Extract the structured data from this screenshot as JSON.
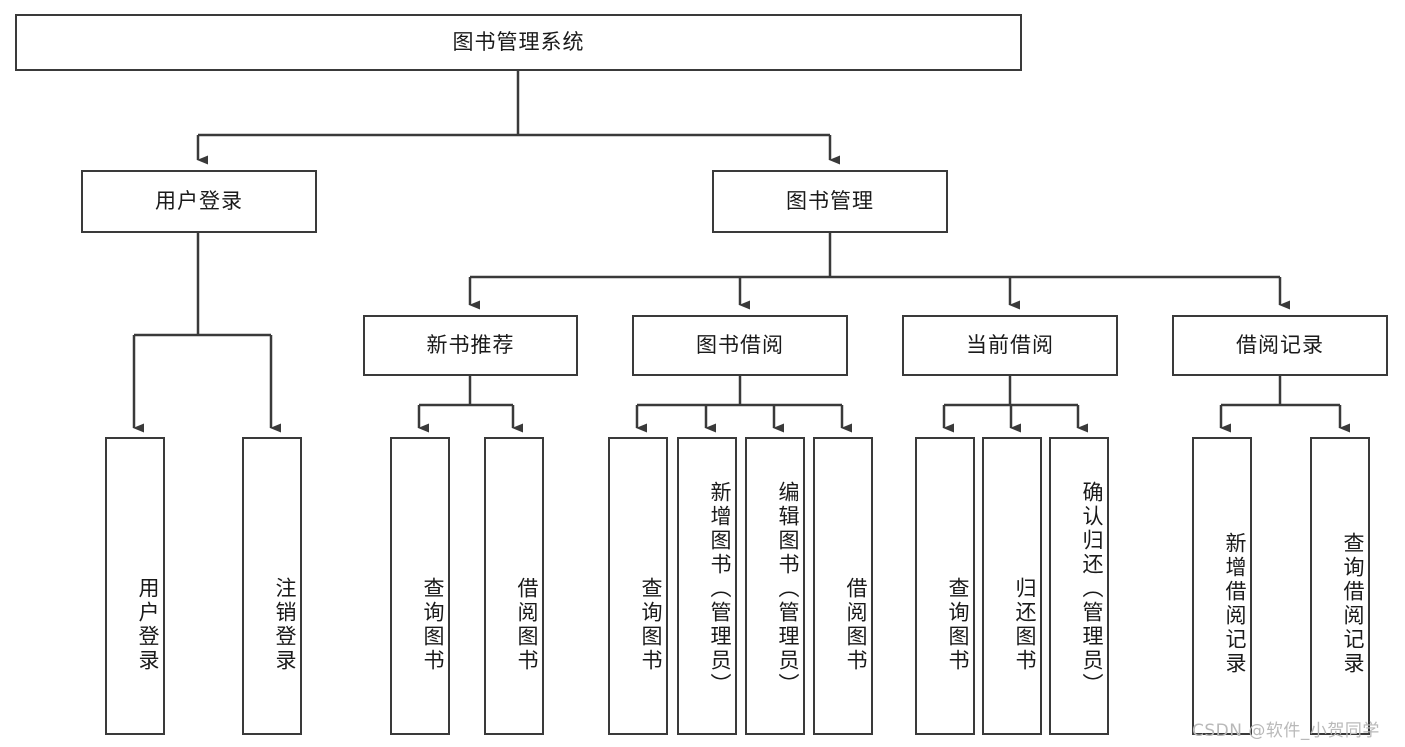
{
  "diagram": {
    "title": "图书管理系统",
    "watermark": "CSDN @软件_小贺同学",
    "colors": {
      "stroke": "#3a3a3a",
      "fill": "#ffffff",
      "text": "#1a1a1a",
      "watermark": "#b9b9b9"
    },
    "levels": {
      "root": {
        "label": "图书管理系统"
      },
      "level2": [
        {
          "label": "用户登录"
        },
        {
          "label": "图书管理"
        }
      ],
      "level3": [
        {
          "label": "新书推荐"
        },
        {
          "label": "图书借阅"
        },
        {
          "label": "当前借阅"
        },
        {
          "label": "借阅记录"
        }
      ],
      "leaves": {
        "user_login": [
          {
            "label": "用户登录"
          },
          {
            "label": "注销登录"
          }
        ],
        "new_book": [
          {
            "label": "查询图书"
          },
          {
            "label": "借阅图书"
          }
        ],
        "book_borrow": [
          {
            "label": "查询图书"
          },
          {
            "label": "新增图书（管理员）"
          },
          {
            "label": "编辑图书（管理员）"
          },
          {
            "label": "借阅图书"
          }
        ],
        "current_borrow": [
          {
            "label": "查询图书"
          },
          {
            "label": "归还图书"
          },
          {
            "label": "确认归还（管理员）"
          }
        ],
        "borrow_record": [
          {
            "label": "新增借阅记录"
          },
          {
            "label": "查询借阅记录"
          }
        ]
      }
    }
  }
}
